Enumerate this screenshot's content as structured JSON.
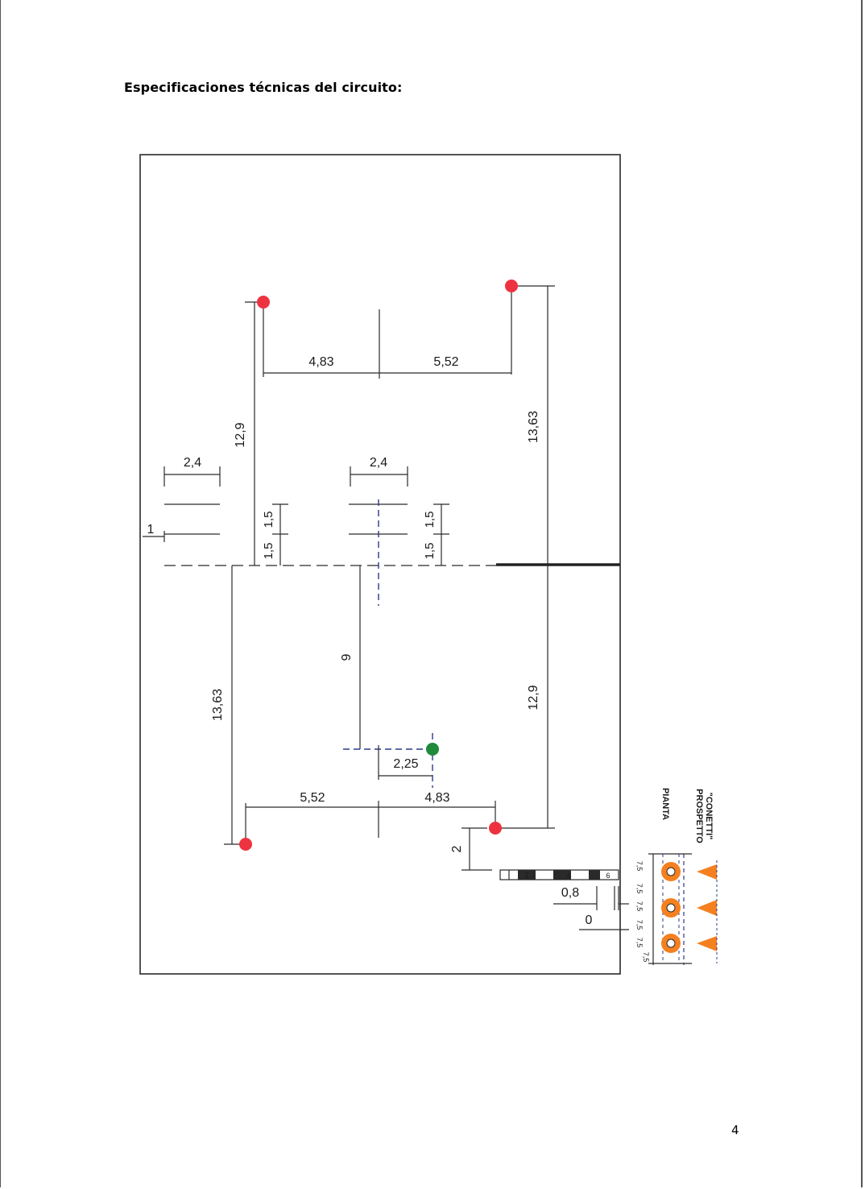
{
  "heading": "Especificaciones técnicas del circuito:",
  "page_number": "4",
  "colors": {
    "start_marker": "#ee3340",
    "finish_marker": "#1e8a3a",
    "cone": "#f58020"
  },
  "dimensions": {
    "top_left_span": "4,83",
    "top_right_span": "5,52",
    "left_vertical": "12,9",
    "right_vertical": "13,63",
    "gate_width_left": "2,4",
    "gate_width_center": "2,4",
    "gate_spacing_left_a": "1,5",
    "gate_spacing_left_b": "1,5",
    "gate_spacing_center_a": "1,5",
    "gate_spacing_center_b": "1,5",
    "offset": "1",
    "center_vertical": "9",
    "lower_left_vertical": "13,63",
    "lower_right_vertical": "12,9",
    "finish_offset": "2,25",
    "bottom_left_span": "5,52",
    "bottom_right_span": "4,83",
    "bottom_offset": "2",
    "scale_0_8": "0,8",
    "scale_0": "0"
  },
  "scale_ticks": [
    "2",
    "4",
    "6"
  ],
  "legend": {
    "title": "\"CONETTI\"",
    "prospetto": "PROSPETTO",
    "pianta": "PIANTA",
    "spacings": [
      "7,5",
      "7,5",
      "7,5",
      "7,5",
      "7,5",
      "7,5"
    ]
  }
}
